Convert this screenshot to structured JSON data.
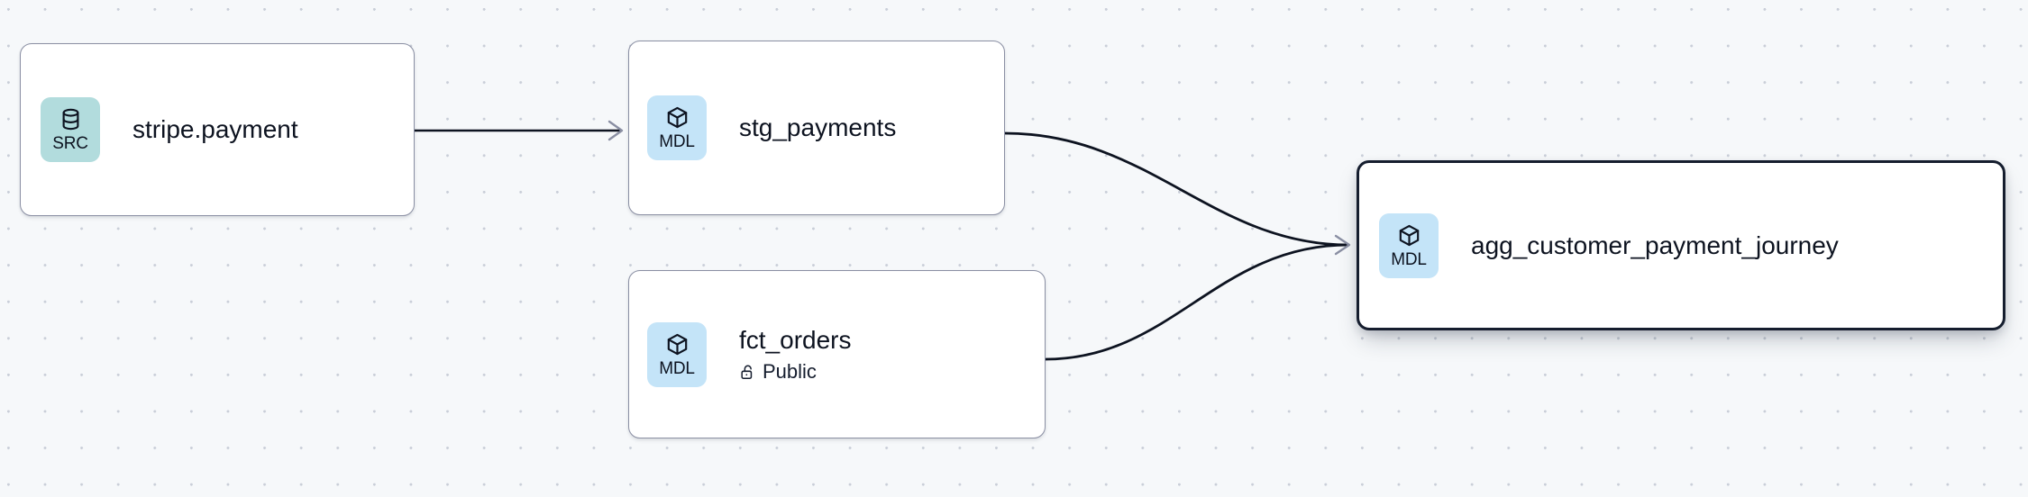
{
  "canvas": {
    "background_color": "#f6f8fa",
    "dot_color": "#c9ced8",
    "kind": "lineage-graph"
  },
  "palette": {
    "source_badge": "#b2dcdd",
    "model_badge": "#c4e4f8",
    "node_border": "#8a8fa3",
    "selected_border": "#151d2e",
    "edge": "#0d1320",
    "arrowhead": "#8a8fa3",
    "text": "#0d1320"
  },
  "nodes": [
    {
      "id": "stripe-payment",
      "title": "stripe.payment",
      "badge_label": "SRC",
      "badge_type": "src",
      "badge_icon": "database-icon",
      "subtitle": null,
      "subtitle_icon": null,
      "selected": false
    },
    {
      "id": "stg-payments",
      "title": "stg_payments",
      "badge_label": "MDL",
      "badge_type": "mdl",
      "badge_icon": "cube-icon",
      "subtitle": null,
      "subtitle_icon": null,
      "selected": false
    },
    {
      "id": "fct-orders",
      "title": "fct_orders",
      "badge_label": "MDL",
      "badge_type": "mdl",
      "badge_icon": "cube-icon",
      "subtitle": "Public",
      "subtitle_icon": "unlock-icon",
      "selected": false
    },
    {
      "id": "agg-journey",
      "title": "agg_customer_payment_journey",
      "badge_label": "MDL",
      "badge_type": "mdl",
      "badge_icon": "cube-icon",
      "subtitle": null,
      "subtitle_icon": null,
      "selected": true
    }
  ],
  "edges": [
    {
      "id": "e1",
      "from": "stripe-payment",
      "to": "stg-payments",
      "style": "straight"
    },
    {
      "id": "e2",
      "from": "stg-payments",
      "to": "agg-journey",
      "style": "bezier"
    },
    {
      "id": "e3",
      "from": "fct-orders",
      "to": "agg-journey",
      "style": "bezier"
    }
  ]
}
